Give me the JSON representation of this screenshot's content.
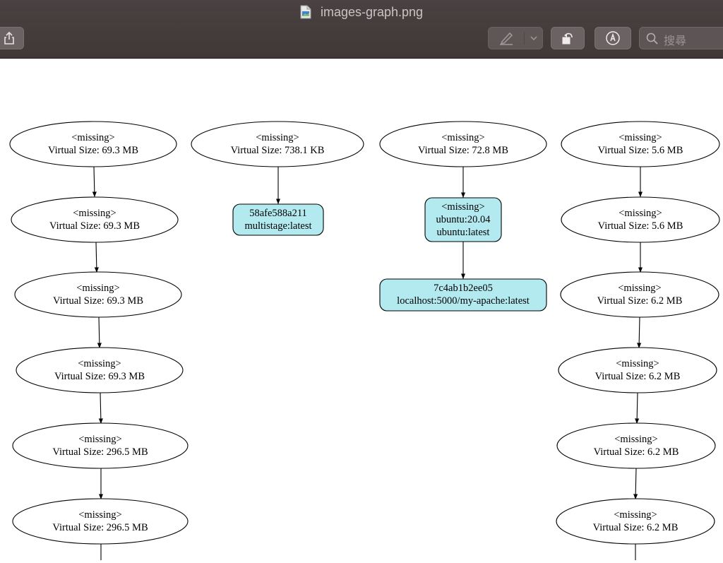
{
  "window": {
    "title": "images-graph.png",
    "search_placeholder": "搜尋"
  },
  "toolbar": {
    "buttons": [
      {
        "name": "share-button",
        "icon": "share-icon"
      },
      {
        "name": "markup-button",
        "icon": "pen-icon"
      },
      {
        "name": "markup-options-button",
        "icon": "chevron-down-icon"
      },
      {
        "name": "rotate-button",
        "icon": "rotate-icon"
      },
      {
        "name": "annotate-button",
        "icon": "markup-circle-icon"
      }
    ]
  },
  "graph": {
    "edge_color": "#000000",
    "highlight_color": "#b3eaf0",
    "nodes": {
      "c1": [
        {
          "l1": "<missing>",
          "l2": "Virtual Size: 69.3 MB"
        },
        {
          "l1": "<missing>",
          "l2": "Virtual Size: 69.3 MB"
        },
        {
          "l1": "<missing>",
          "l2": "Virtual Size: 69.3 MB"
        },
        {
          "l1": "<missing>",
          "l2": "Virtual Size: 69.3 MB"
        },
        {
          "l1": "<missing>",
          "l2": "Virtual Size: 296.5 MB"
        },
        {
          "l1": "<missing>",
          "l2": "Virtual Size: 296.5 MB"
        }
      ],
      "c2": [
        {
          "l1": "<missing>",
          "l2": "Virtual Size: 738.1 KB"
        },
        {
          "l1": "58afe588a211",
          "l2": "multistage:latest"
        }
      ],
      "c3": [
        {
          "l1": "<missing>",
          "l2": "Virtual Size: 72.8 MB"
        },
        {
          "l1": "<missing>",
          "l2": "ubuntu:20.04",
          "l3": "ubuntu:latest"
        },
        {
          "l1": "7c4ab1b2ee05",
          "l2": "localhost:5000/my-apache:latest"
        }
      ],
      "c4": [
        {
          "l1": "<missing>",
          "l2": "Virtual Size: 5.6 MB"
        },
        {
          "l1": "<missing>",
          "l2": "Virtual Size: 5.6 MB"
        },
        {
          "l1": "<missing>",
          "l2": "Virtual Size: 6.2 MB"
        },
        {
          "l1": "<missing>",
          "l2": "Virtual Size: 6.2 MB"
        },
        {
          "l1": "<missing>",
          "l2": "Virtual Size: 6.2 MB"
        },
        {
          "l1": "<missing>",
          "l2": "Virtual Size: 6.2 MB"
        }
      ]
    }
  }
}
